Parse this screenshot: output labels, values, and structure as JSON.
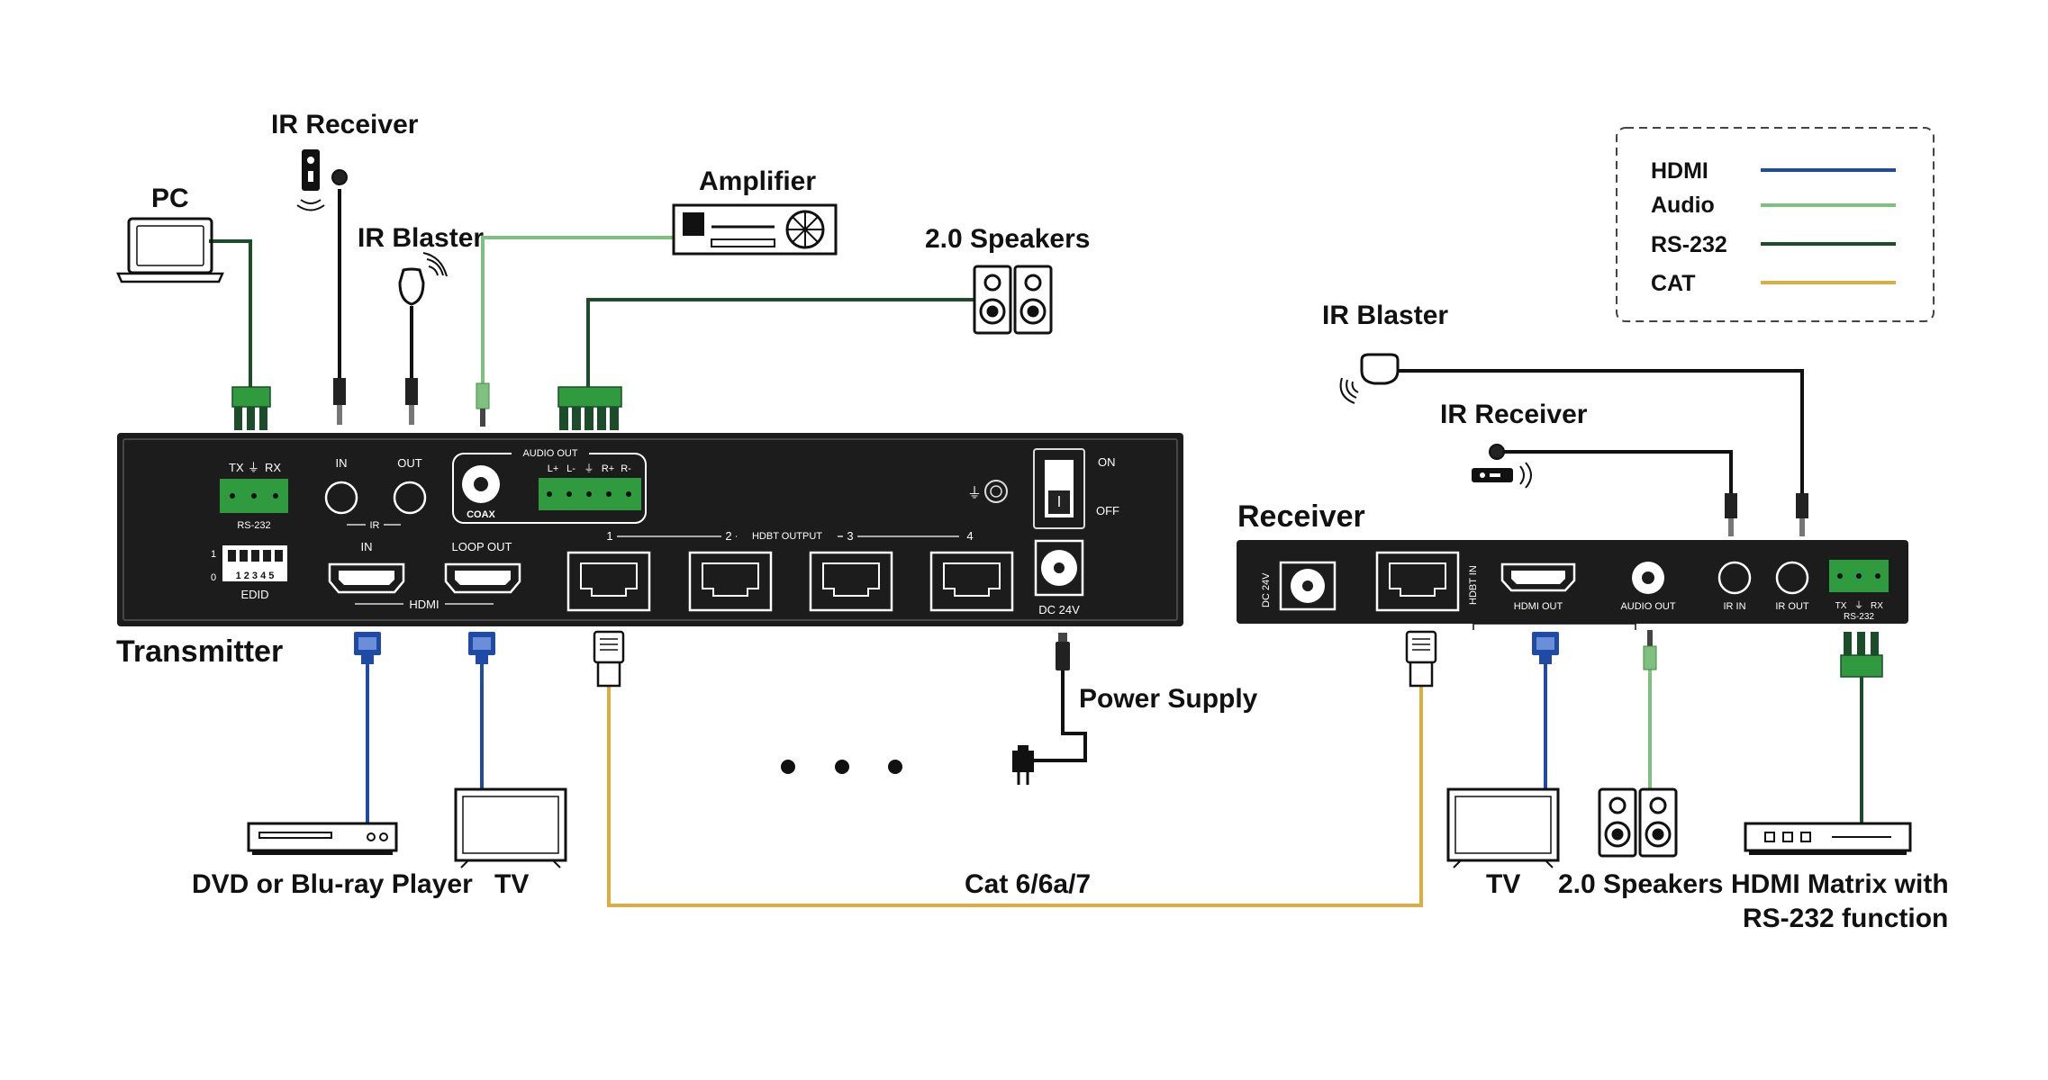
{
  "legend": {
    "items": [
      {
        "label": "HDMI",
        "color": "#1f4aa6"
      },
      {
        "label": "Audio",
        "color": "#7fbf7f"
      },
      {
        "label": "RS-232",
        "color": "#1b4d2a"
      },
      {
        "label": "CAT",
        "color": "#d9ae45"
      }
    ]
  },
  "colors": {
    "hdmi": "#1f4aa6",
    "audio": "#7fbf7f",
    "rs232": "#1b4d2a",
    "cat": "#d9ae45",
    "panel": "#1c1c1c",
    "terminal": "#2f9a3e"
  },
  "labels": {
    "pc": "PC",
    "ir_receiver_tx": "IR Receiver",
    "ir_blaster_tx": "IR Blaster",
    "amplifier": "Amplifier",
    "speakers_tx": "2.0 Speakers",
    "transmitter": "Transmitter",
    "receiver": "Receiver",
    "ir_blaster_rx": "IR Blaster",
    "ir_receiver_rx": "IR Receiver",
    "power_supply": "Power Supply",
    "dvd": "DVD or Blu-ray Player",
    "tv_tx": "TV",
    "cable": "Cat 6/6a/7",
    "tv_rx": "TV",
    "speakers_rx": "2.0 Speakers",
    "matrix_line1": "HDMI Matrix with",
    "matrix_line2": "RS-232 function"
  },
  "transmitter_panel": {
    "rs232": {
      "tx": "TX",
      "rx": "RX",
      "name": "RS-232"
    },
    "ir": {
      "in": "IN",
      "out": "OUT",
      "name": "IR"
    },
    "audio": {
      "name": "AUDIO OUT",
      "coax": "COAX",
      "l_plus": "L+",
      "l_minus": "L-",
      "r_plus": "R+",
      "r_minus": "R-"
    },
    "power": {
      "on": "ON",
      "off": "OFF",
      "dc": "DC 24V"
    },
    "edid": {
      "name": "EDID",
      "one": "1",
      "zero": "0",
      "switches": "1 2 3 4 5"
    },
    "hdmi": {
      "in": "IN",
      "loop": "LOOP OUT",
      "name": "HDMI"
    },
    "hdbt": {
      "name": "HDBT OUTPUT",
      "ports": [
        "1",
        "2",
        "3",
        "4"
      ]
    }
  },
  "receiver_panel": {
    "dc": "DC 24V",
    "hdbt_in": "HDBT IN",
    "hdmi_out": "HDMI OUT",
    "audio_out": "AUDIO OUT",
    "ir_in": "IR IN",
    "ir_out": "IR OUT",
    "tx": "TX",
    "rx": "RX",
    "rs232": "RS-232"
  }
}
